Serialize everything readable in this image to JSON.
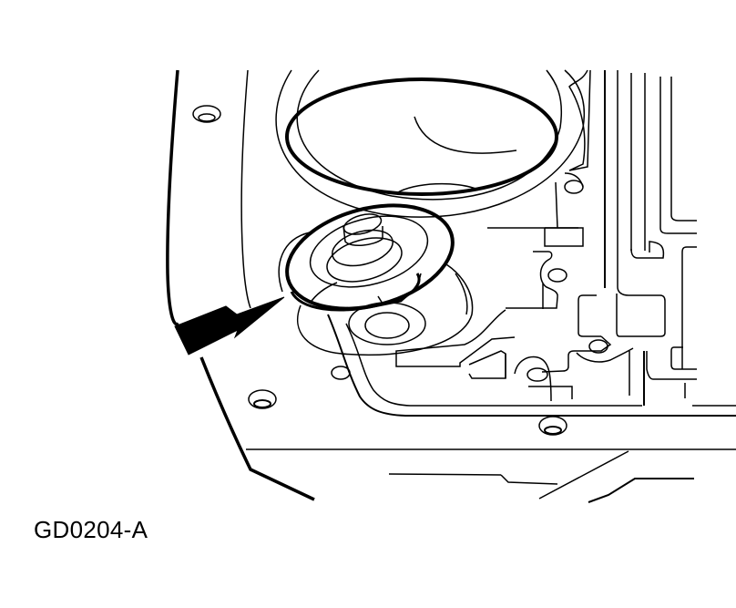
{
  "figure": {
    "id_label": "GD0204-A",
    "subject": "transmission valve body / accumulator with cover plate and seal ring",
    "callout": "arrow pointing to seal plate",
    "colors": {
      "line": "#000000",
      "background": "#ffffff"
    }
  }
}
